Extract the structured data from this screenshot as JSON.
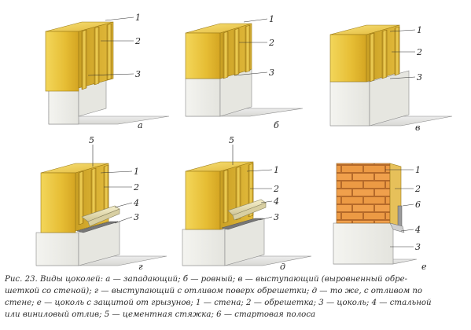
{
  "panels": [
    {
      "letter": "а",
      "numbers": [
        "1",
        "2",
        "3"
      ]
    },
    {
      "letter": "б",
      "numbers": [
        "1",
        "2",
        "3"
      ]
    },
    {
      "letter": "в",
      "numbers": [
        "1",
        "2",
        "3"
      ]
    },
    {
      "letter": "г",
      "numbers": [
        "5",
        "1",
        "2",
        "4",
        "3"
      ]
    },
    {
      "letter": "д",
      "numbers": [
        "5",
        "1",
        "2",
        "4",
        "3"
      ]
    },
    {
      "letter": "е",
      "numbers": [
        "1",
        "2",
        "6",
        "4",
        "3"
      ]
    }
  ],
  "caption": {
    "lines": [
      "Рис. 23. Виды цоколей: а — западающий; б — ровный; в — выступающий (выровненный обре-",
      "шеткой со стеной); г — выступающий с отливом поверх обрешетки; д — то же, с отливом по",
      "стене; е — цоколь с защитой от грызунов; 1 — стена; 2 — обрешетка; 3 — цоколь; 4 — стальной",
      "или виниловый отлив; 5 — цементная стяжка; 6 — стартовая полоса"
    ]
  },
  "colors": {
    "wall": "#e8c13a",
    "wall_dark": "#c79a1c",
    "wall_light": "#f6df6a",
    "plinth": "#f2f2ee",
    "brick": "#e89a45",
    "flashing": "#e8e0b8",
    "screed": "#8a8a8a"
  }
}
